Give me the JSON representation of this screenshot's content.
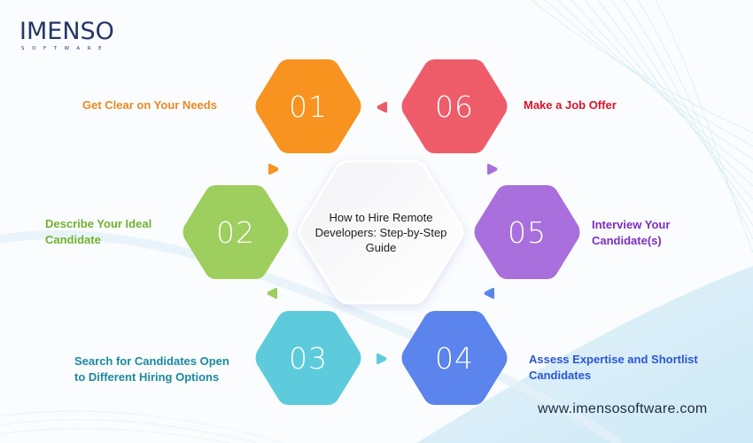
{
  "logo": {
    "name": "IMENSO",
    "tagline": "SOFTWARE"
  },
  "diagram": {
    "title": "How to Hire Remote Developers: Step-by-Step Guide",
    "steps": [
      {
        "number": "01",
        "label": "Get Clear on Your Needs",
        "color": "#F7931E",
        "label_color": "#E88A1F"
      },
      {
        "number": "02",
        "label": "Describe Your Ideal Candidate",
        "color": "#9ECE5E",
        "label_color": "#6FB22E"
      },
      {
        "number": "03",
        "label": "Search for Candidates Open to Different Hiring Options",
        "color": "#5ECBDD",
        "label_color": "#1A8A9E"
      },
      {
        "number": "04",
        "label": "Assess Expertise and Shortlist Candidates",
        "color": "#5B84EC",
        "label_color": "#2A55D6"
      },
      {
        "number": "05",
        "label": "Interview Your Candidate(s)",
        "color": "#A96FDC",
        "label_color": "#7A2FC0"
      },
      {
        "number": "06",
        "label": "Make a Job Offer",
        "color": "#EE5C6A",
        "label_color": "#D9142A"
      }
    ]
  },
  "footer": {
    "website": "www.imensosoftware.com"
  }
}
